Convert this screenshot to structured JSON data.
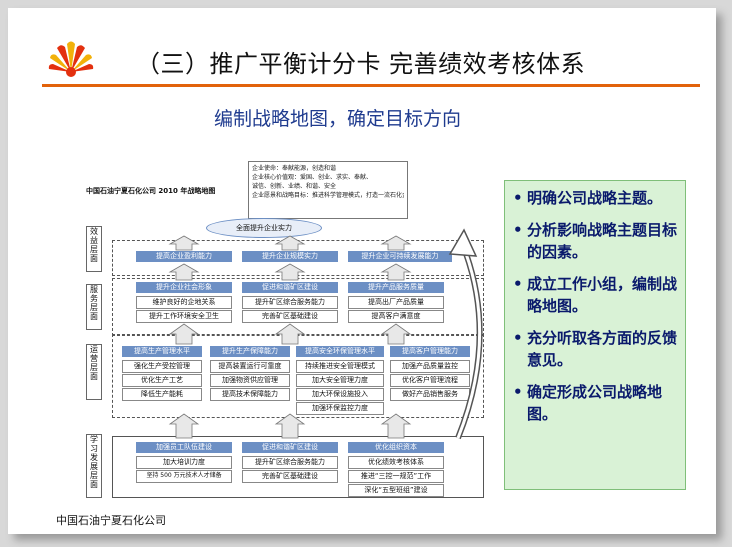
{
  "title": "（三）推广平衡计分卡  完善绩效考核体系",
  "subtitle": "编制战略地图，确定目标方向",
  "footer": "中国石油宁夏石化公司",
  "colors": {
    "accent_rule": "#e2620a",
    "subtitle": "#1f3b8f",
    "bullet_text": "#0a1a6c",
    "bullet_box": "#d9f2d6",
    "map_header": "#6c8fc4"
  },
  "map": {
    "name": "中国石油宁夏石化公司 2010 年战略地图",
    "vision_lines": [
      "企业使命：奉献能源，创造和谐",
      "企业核心价值观：爱国、创业、求实、奉献、",
      "诚信、创新、业绩、和谐、安全",
      "企业愿景和战略目标：推进科学管理模式，打造一流石化企业"
    ],
    "ellipse": "全面提升企业实力",
    "band_labels": [
      "效益层面",
      "服务层面",
      "运营层面",
      "学习发展层面"
    ],
    "finance": [
      "提高企业盈利能力",
      "提升企业规模实力",
      "提升企业可持续发展能力"
    ],
    "service": {
      "headers": [
        "提升企业社会形象",
        "促进和谐矿区建设",
        "提升产品服务质量"
      ],
      "cols": [
        [
          "维护良好的企地关系",
          "提升工作环境安全卫生"
        ],
        [
          "提升矿区综合服务能力",
          "完善矿区基础建设"
        ],
        [
          "提高出厂产品质量",
          "提高客户满意度"
        ]
      ]
    },
    "operation": {
      "headers": [
        "提高生产管理水平",
        "提升生产保障能力",
        "提高安全环保管理水平",
        "提高客户管理能力"
      ],
      "cols": [
        [
          "强化生产受控管理",
          "优化生产工艺",
          "降低生产能耗"
        ],
        [
          "提高装置运行可靠度",
          "加强物资供应管理",
          "提高技术保障能力"
        ],
        [
          "持续推进安全管理模式",
          "加大安全管理力度",
          "加大环保设施投入",
          "加强环保监控力度"
        ],
        [
          "加强产品质量监控",
          "优化客户管理流程",
          "做好产品销售服务"
        ]
      ]
    },
    "learning": {
      "headers": [
        "加强员工队伍建设",
        "促进和谐矿区建设",
        "优化组织资本"
      ],
      "cols": [
        [
          "加大培训力度",
          "坚持 500 万元技术人才储备"
        ],
        [
          "提升矿区综合服务能力",
          "完善矿区基础建设"
        ],
        [
          "优化绩效考核体系",
          "推进“三控一规范”工作",
          "深化“五型班组”建设"
        ]
      ]
    }
  },
  "bullets": [
    "明确公司战略主题。",
    "分析影响战略主题目标的因素。",
    "成立工作小组，编制战略地图。",
    "充分听取各方面的反馈意见。",
    "确定形成公司战略地图。"
  ]
}
